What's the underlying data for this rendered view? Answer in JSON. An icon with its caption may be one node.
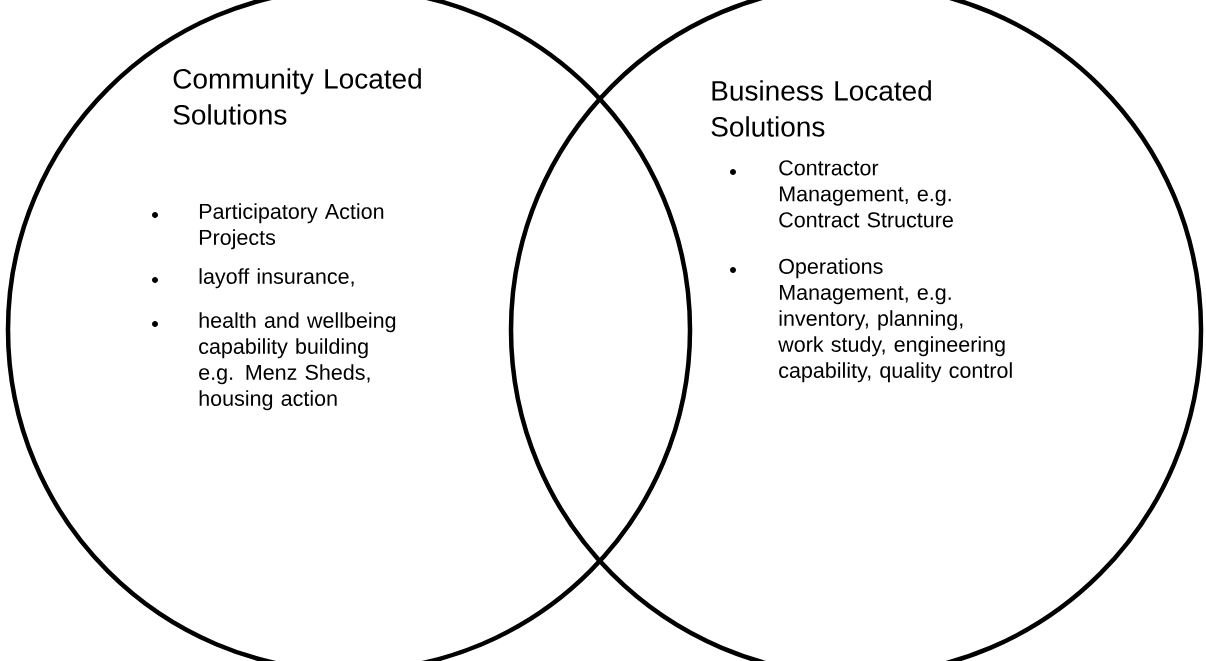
{
  "diagram": {
    "nodes": [
      {
        "text": [
          "Community Located Solutions",
          "Participatory Action Projects",
          "layoff insurance,",
          "health and wellbeing capability building e.g.  Menz Sheds, housing action"
        ]
      },
      {
        "text": [
          "Business Located Solutions",
          "Contractor Management, e.g. Contract Structure",
          "Operations Management, e.g. inventory, planning, work study, engineering capability, quality control"
        ]
      }
    ]
  }
}
